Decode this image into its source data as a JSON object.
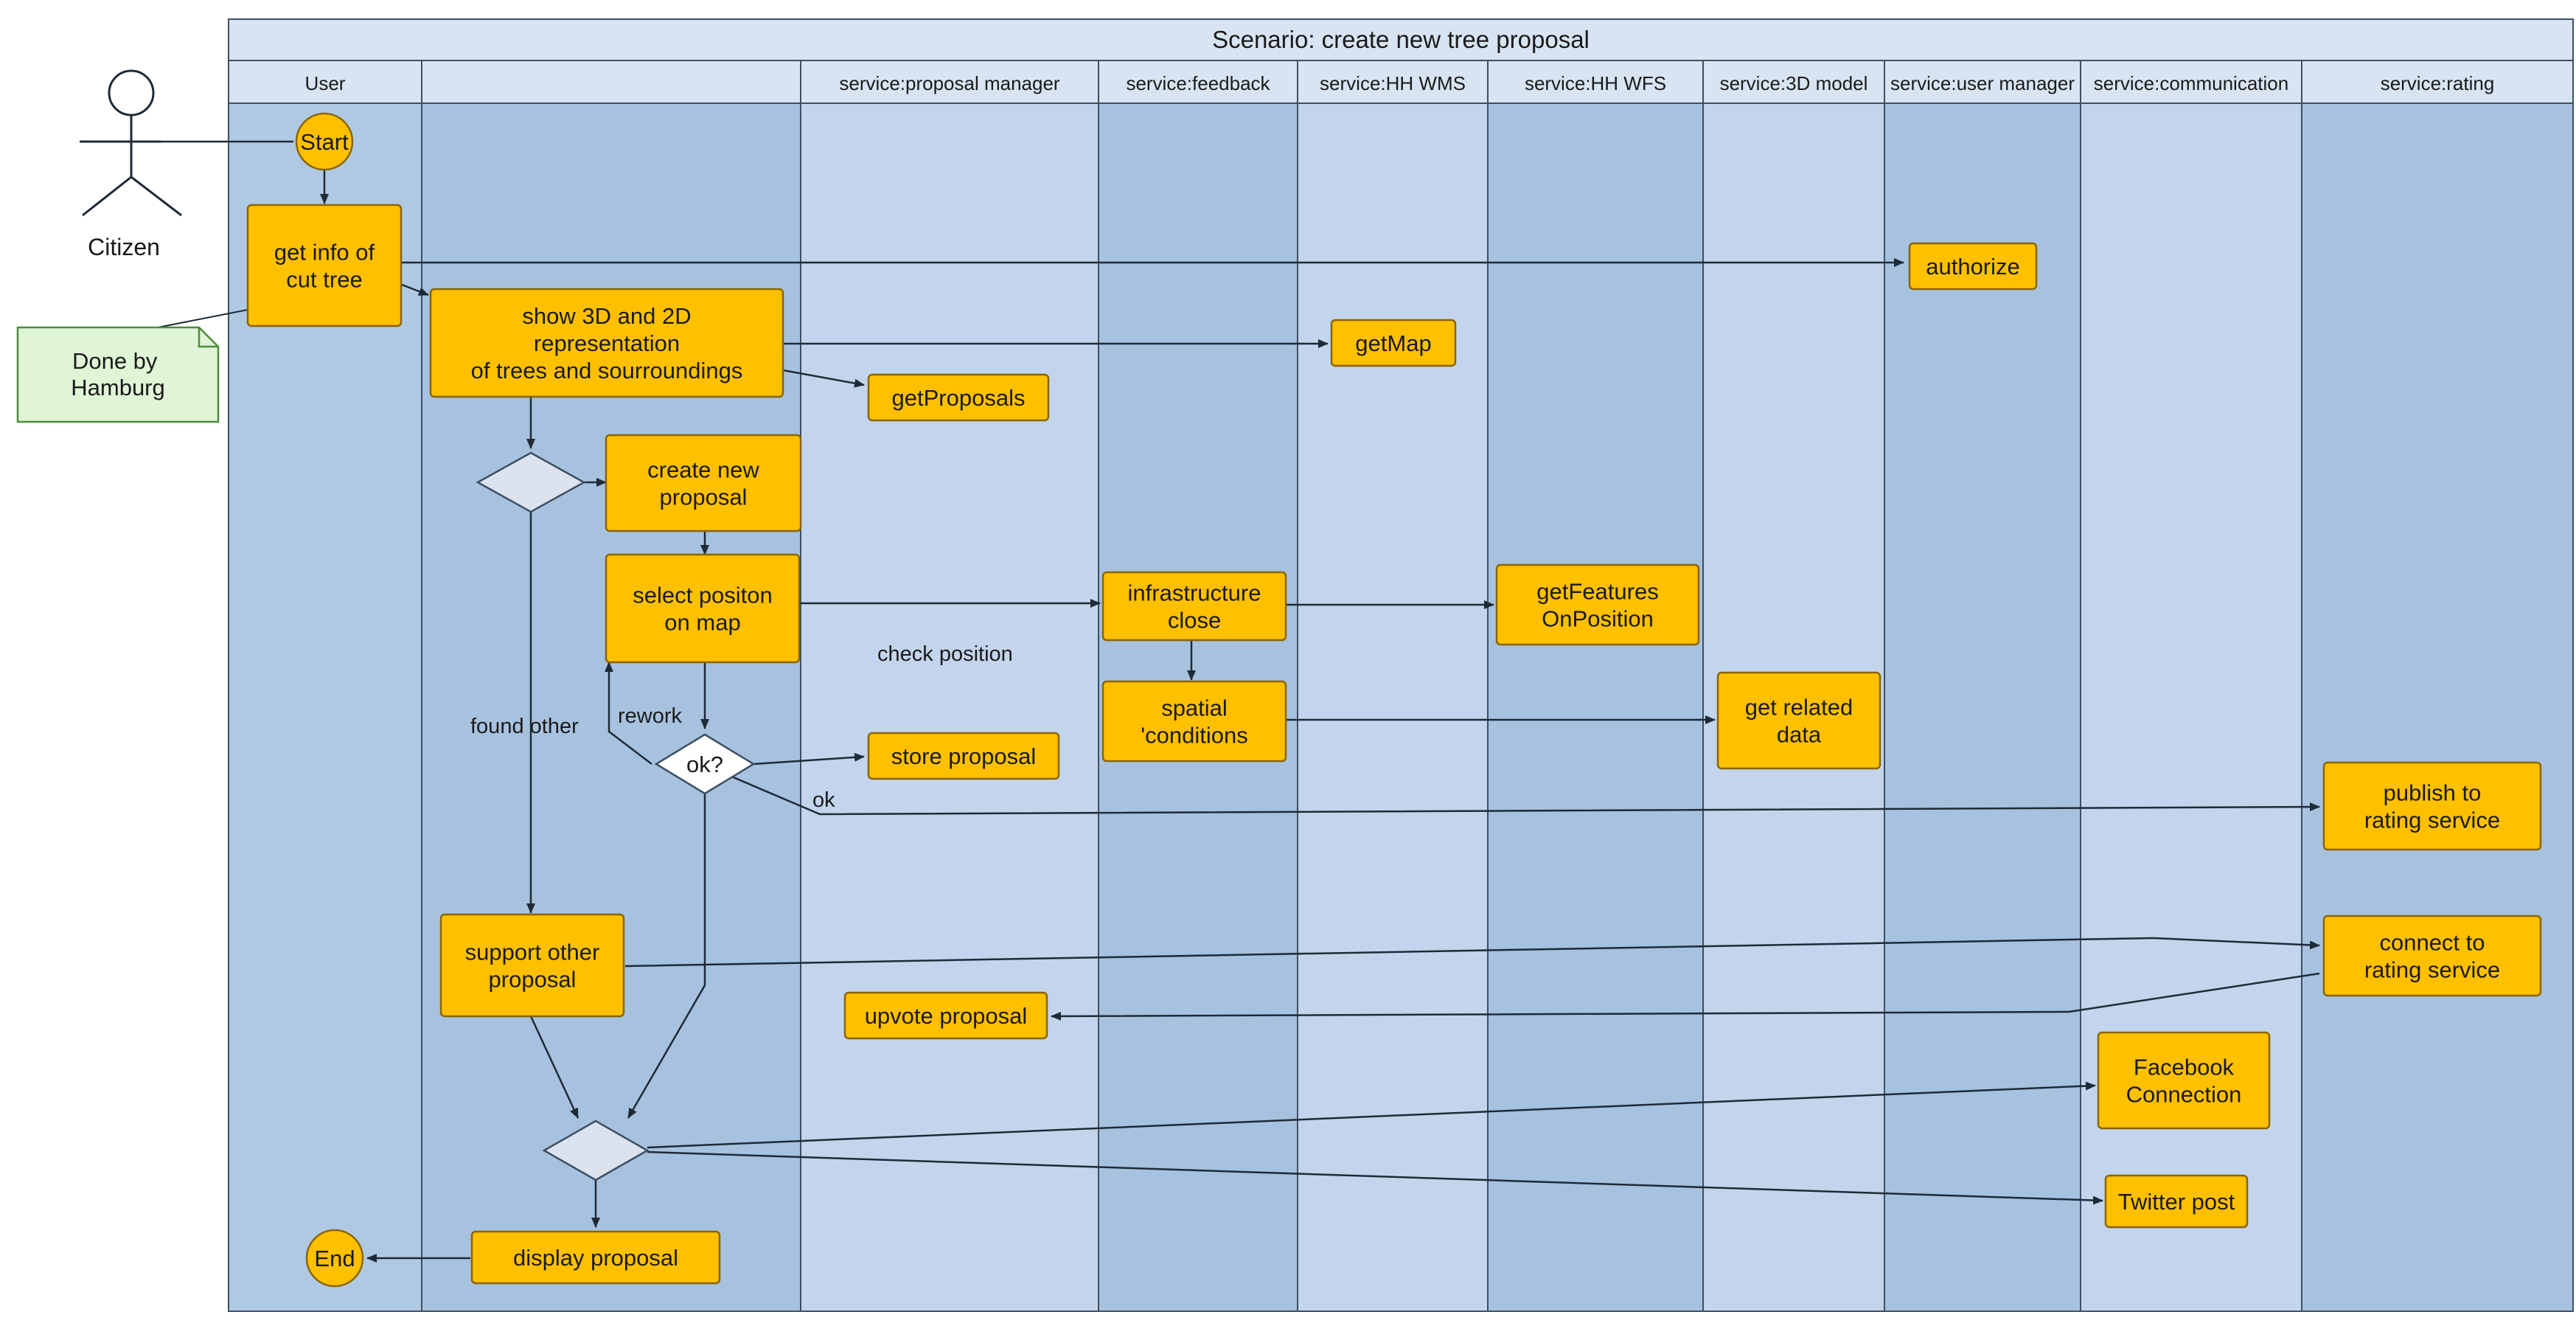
{
  "title": "Scenario: create new tree proposal",
  "lanes": [
    {
      "label": "User",
      "fill": "#b0c9e3"
    },
    {
      "label": "",
      "fill": "#a7c2df"
    },
    {
      "label": "service:proposal manager",
      "fill": "#c3d5ec"
    },
    {
      "label": "service:feedback",
      "fill": "#a7c2df"
    },
    {
      "label": "service:HH WMS",
      "fill": "#c3d5ec"
    },
    {
      "label": "service:HH WFS",
      "fill": "#a7c2df"
    },
    {
      "label": "service:3D model",
      "fill": "#c3d5ec"
    },
    {
      "label": "service:user manager",
      "fill": "#a7c2df"
    },
    {
      "label": "service:communication",
      "fill": "#c3d5ec"
    },
    {
      "label": "service:rating",
      "fill": "#a7c2df"
    }
  ],
  "actor": {
    "label": "Citizen"
  },
  "note": {
    "label": [
      "Done by",
      "Hamburg"
    ]
  },
  "nodes": {
    "start": {
      "label": "Start"
    },
    "end": {
      "label": "End"
    },
    "get_info": {
      "label": [
        "get info of",
        "cut tree"
      ]
    },
    "authorize": {
      "label": [
        "authorize"
      ]
    },
    "show_3d2d": {
      "label": [
        "show 3D and 2D",
        "representation",
        "of trees and sourroundings"
      ]
    },
    "getmap": {
      "label": [
        "getMap"
      ]
    },
    "getproposals": {
      "label": [
        "getProposals"
      ]
    },
    "create_new": {
      "label": [
        "create new",
        "proposal"
      ]
    },
    "select_pos": {
      "label": [
        "select positon",
        "on map"
      ]
    },
    "infra_close": {
      "label": [
        "infrastructure",
        "close"
      ]
    },
    "getfeatures": {
      "label": [
        "getFeatures",
        "OnPosition"
      ]
    },
    "spatial": {
      "label": [
        "spatial",
        "'conditions"
      ]
    },
    "get_related": {
      "label": [
        "get related",
        "data"
      ]
    },
    "store_prop": {
      "label": [
        "store proposal"
      ]
    },
    "publish": {
      "label": [
        "publish to",
        "rating service"
      ]
    },
    "support_other": {
      "label": [
        "support other",
        "proposal"
      ]
    },
    "connect_rating": {
      "label": [
        "connect to",
        "rating service"
      ]
    },
    "upvote": {
      "label": [
        "upvote proposal"
      ]
    },
    "facebook": {
      "label": [
        "Facebook",
        "Connection"
      ]
    },
    "twitter": {
      "label": [
        "Twitter post"
      ]
    },
    "display_prop": {
      "label": [
        "display proposal"
      ]
    },
    "ok_decision": {
      "label": "ok?"
    }
  },
  "edge_labels": {
    "check_position": "check position",
    "rework": "rework",
    "found_other": "found other",
    "ok": "ok"
  },
  "colors": {
    "process_fill": "#ffc000",
    "process_stroke": "#8a6400",
    "note_fill": "#dff5d6",
    "note_stroke": "#4f8a3c",
    "decision_fill": "#dde3ee",
    "line": "#1e2a36",
    "header_fill": "#d8e4f2"
  }
}
